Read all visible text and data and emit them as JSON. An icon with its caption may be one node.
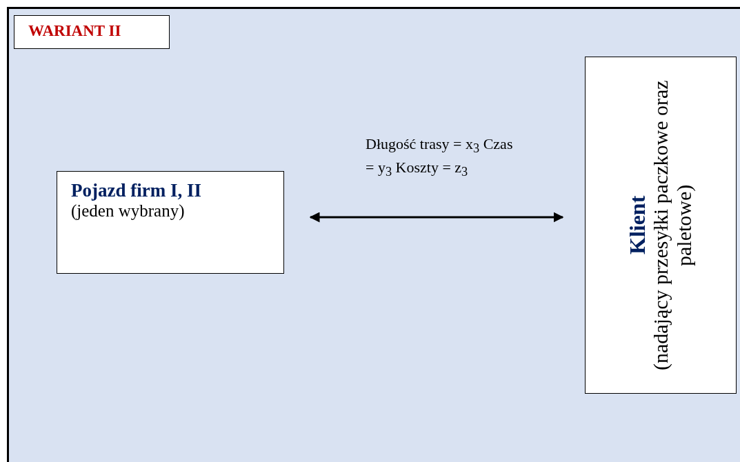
{
  "diagram": {
    "nodes": [
      {
        "text": [
          "WARIANT II"
        ]
      },
      {
        "text": [
          "Pojazd firm I, II",
          "(jeden wybrany)"
        ]
      },
      {
        "text": [
          "Klient",
          "(nadający przesyłki paczkowe oraz paletowe)"
        ]
      }
    ],
    "edges": [
      {
        "from": 1,
        "to": 2,
        "arrow": "both",
        "label": "Długość trasy = x$_{3}$ Czas = y$_{3}$ Koszty = z$_{3}$"
      }
    ]
  }
}
